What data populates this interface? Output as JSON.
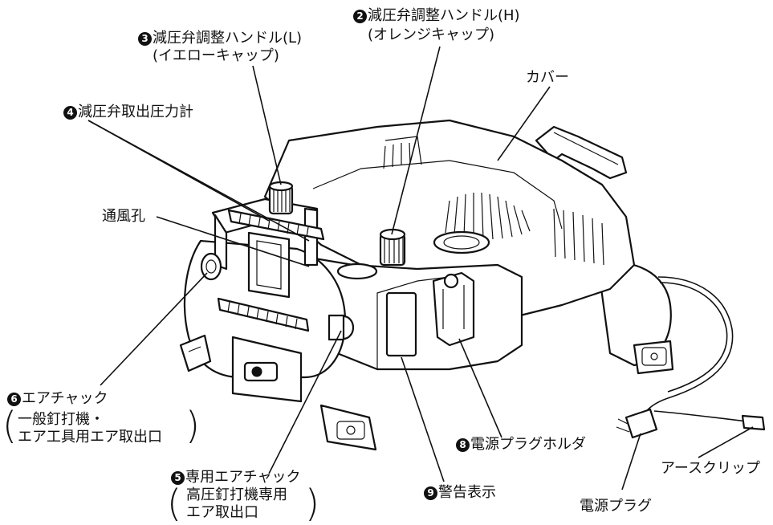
{
  "labels": {
    "handle_l": {
      "number": "3",
      "title": "減圧弁調整ハンドル(L)",
      "sub": "(イエローキャップ)"
    },
    "handle_h": {
      "number": "2",
      "title": "減圧弁調整ハンドル(H)",
      "sub": "(オレンジキャップ)"
    },
    "gauge": {
      "number": "4",
      "title": "減圧弁取出圧力計"
    },
    "cover": {
      "title": "カバー"
    },
    "vent": {
      "title": "通風孔"
    },
    "air_chuck": {
      "number": "6",
      "title": "エアチャック",
      "line1": "一般釘打機・",
      "line2": "エア工具用エア取出口"
    },
    "special_chuck": {
      "number": "5",
      "title": "専用エアチャック",
      "line1": "高圧釘打機専用",
      "line2": "エア取出口"
    },
    "plug_holder": {
      "number": "8",
      "title": "電源プラグホルダ"
    },
    "warning": {
      "number": "9",
      "title": "警告表示"
    },
    "ground_clip": {
      "title": "アースクリップ"
    },
    "power_plug": {
      "title": "電源プラグ"
    }
  }
}
